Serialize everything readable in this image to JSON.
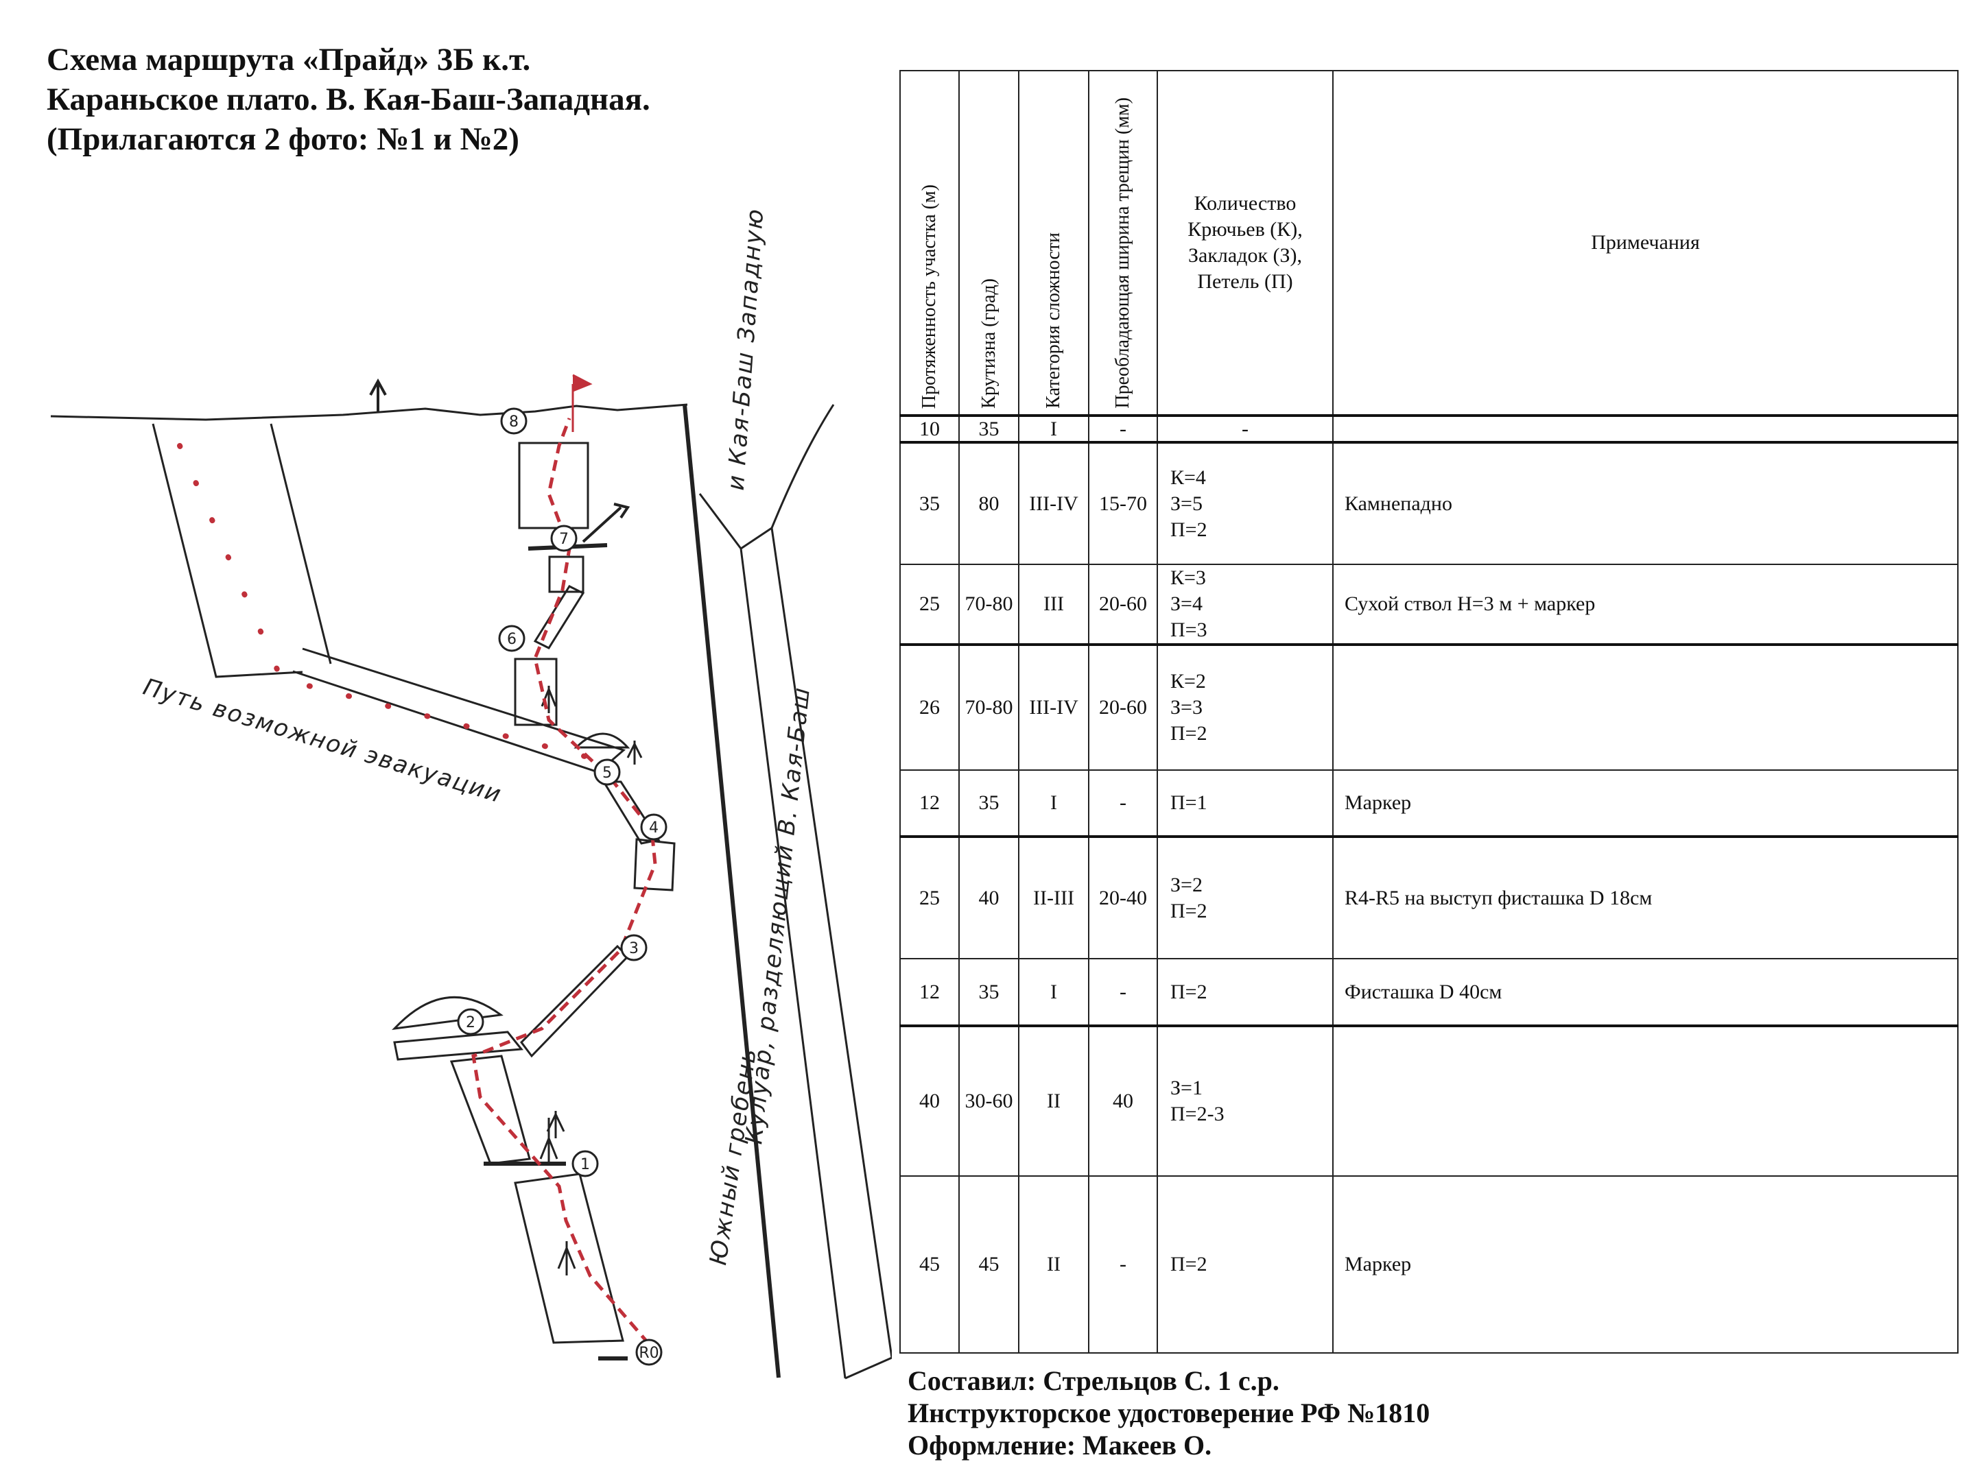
{
  "title": {
    "line1": "Схема маршрута «Прайд» 3Б к.т.",
    "line2": "Караньское плато. В. Кая-Баш-Западная.",
    "line3": "(Прилагаются 2 фото: №1 и №2)"
  },
  "sketch": {
    "evacuation_label": "Путь возможной эвакуации",
    "ridge_label": "Южный гребень",
    "couloir_label": "Кулуар, разделяющий В. Кая-Баш",
    "couloir_label_2": "и Кая-Баш Западную",
    "points": [
      "R0",
      "1",
      "2",
      "3",
      "4",
      "5",
      "6",
      "7",
      "8"
    ],
    "route_color": "#c0303a"
  },
  "table": {
    "headers": [
      "Протяженность участка (м)",
      "Крутизна (град)",
      "Категория сложности",
      "Преобладающая ширина трещин (мм)",
      "Количество Крючьев (К), Закладок (З), Петель (П)",
      "Примечания"
    ],
    "rows": [
      {
        "length": "10",
        "steep": "35",
        "cat": "I",
        "width": "-",
        "count": [
          "-"
        ],
        "note": ""
      },
      {
        "length": "35",
        "steep": "80",
        "cat": "III-IV",
        "width": "15-70",
        "count": [
          "К=4",
          "З=5",
          "П=2"
        ],
        "note": "Камнепадно"
      },
      {
        "length": "25",
        "steep": "70-80",
        "cat": "III",
        "width": "20-60",
        "count": [
          "К=3",
          "З=4",
          "П=3"
        ],
        "note": "Сухой ствол Н=3 м + маркер"
      },
      {
        "length": "26",
        "steep": "70-80",
        "cat": "III-IV",
        "width": "20-60",
        "count": [
          "К=2",
          "З=3",
          "П=2"
        ],
        "note": ""
      },
      {
        "length": "12",
        "steep": "35",
        "cat": "I",
        "width": "-",
        "count": [
          "П=1"
        ],
        "note": "Маркер"
      },
      {
        "length": "25",
        "steep": "40",
        "cat": "II-III",
        "width": "20-40",
        "count": [
          "З=2",
          "П=2"
        ],
        "note": "R4-R5 на выступ фисташка D 18см"
      },
      {
        "length": "12",
        "steep": "35",
        "cat": "I",
        "width": "-",
        "count": [
          "П=2"
        ],
        "note": "Фисташка D 40см"
      },
      {
        "length": "40",
        "steep": "30-60",
        "cat": "II",
        "width": "40",
        "count": [
          "З=1",
          "П=2-3"
        ],
        "note": ""
      },
      {
        "length": "45",
        "steep": "45",
        "cat": "II",
        "width": "-",
        "count": [
          "П=2"
        ],
        "note": "Маркер"
      }
    ]
  },
  "footer": {
    "author": "Составил: Стрельцов С. 1 с.р.",
    "certificate": "Инструкторское удостоверение РФ №1810",
    "design": "Оформление: Макеев О."
  }
}
